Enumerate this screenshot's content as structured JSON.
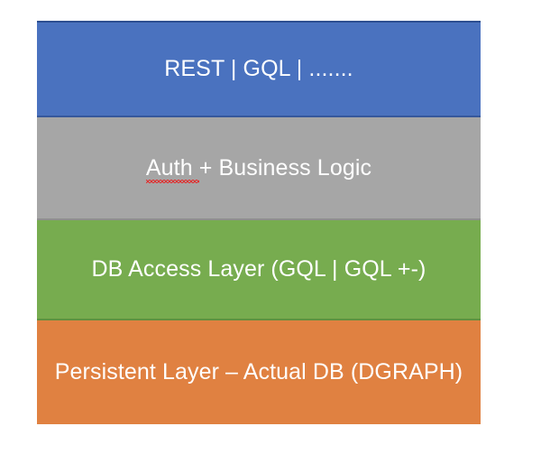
{
  "diagram": {
    "type": "layered-stack",
    "title": "",
    "layers": [
      {
        "id": "api",
        "label": "REST | GQL | .......",
        "color": "#4A72BF",
        "text_color": "#FFFFFF",
        "order": 1
      },
      {
        "id": "auth",
        "label": "Auth + Business Logic",
        "color": "#A6A6A6",
        "text_color": "#FFFFFF",
        "order": 2,
        "spellcheck_word": "Auth"
      },
      {
        "id": "db-access",
        "label": "DB Access Layer (GQL | GQL +-)",
        "color": "#77AC4F",
        "text_color": "#FFFFFF",
        "order": 3
      },
      {
        "id": "persistent",
        "label": "Persistent Layer – Actual DB (DGRAPH)",
        "color": "#E08141",
        "text_color": "#FFFFFF",
        "order": 4
      }
    ]
  },
  "canvas": {
    "background": "#FFFFFF"
  }
}
